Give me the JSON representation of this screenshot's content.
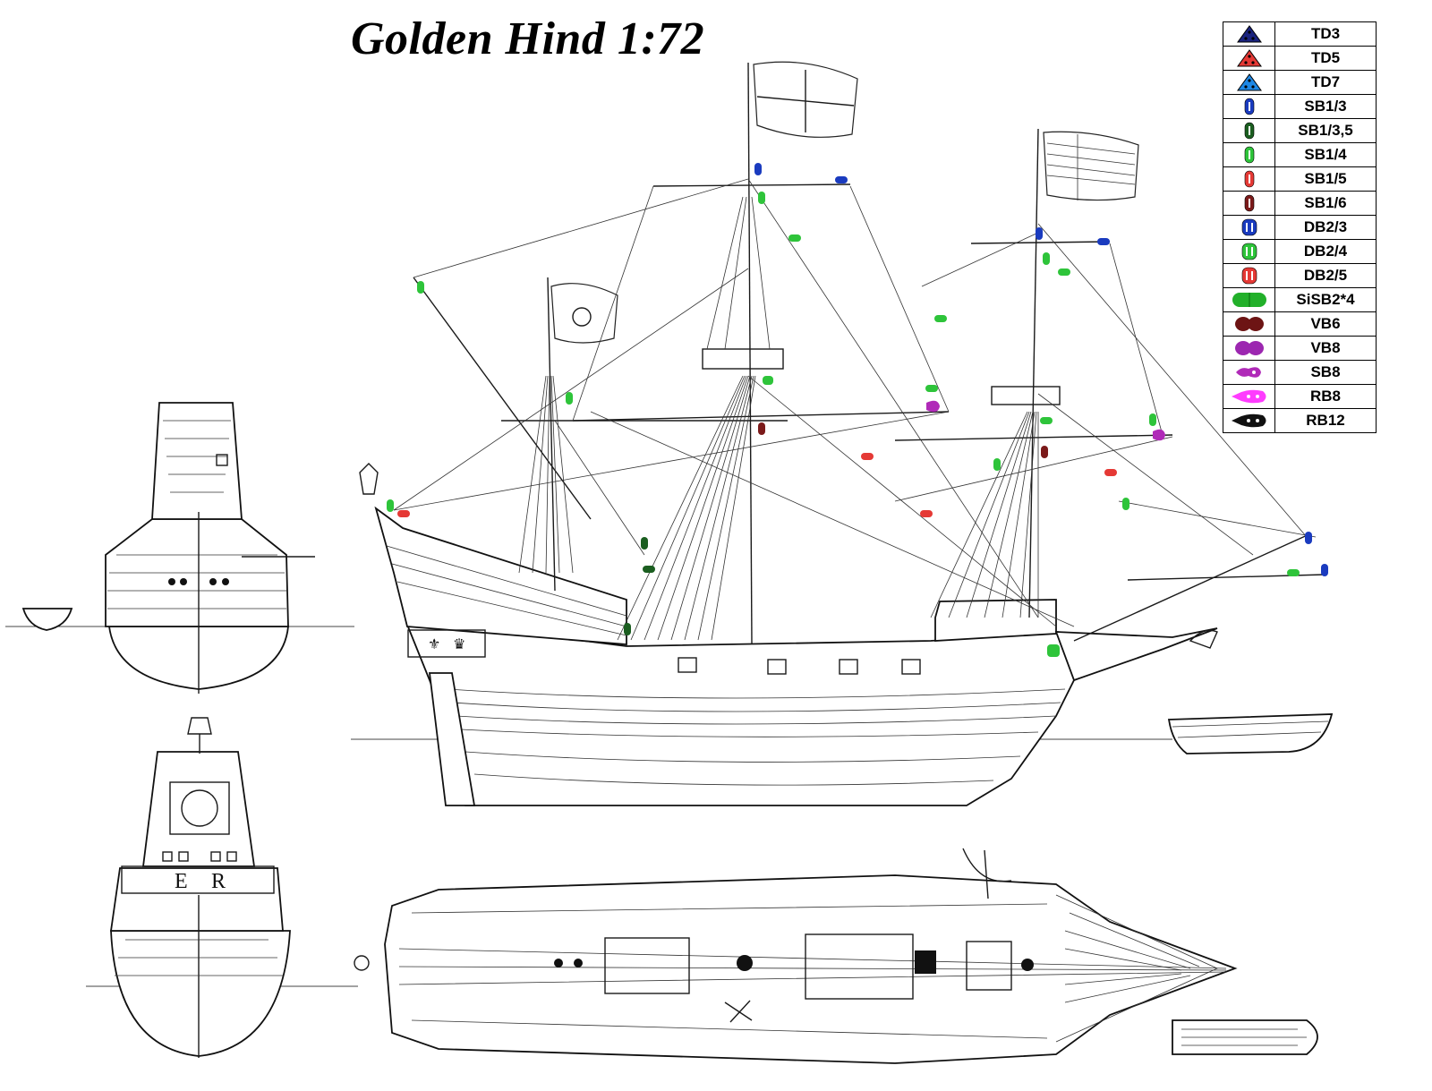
{
  "title": "Golden Hind 1:72",
  "stern_plate_letters": [
    "E",
    "R"
  ],
  "legend": [
    {
      "label": "TD3",
      "icon": "triangle-deadeye-icon",
      "color": "#1a237e"
    },
    {
      "label": "TD5",
      "icon": "triangle-deadeye-icon",
      "color": "#e53935"
    },
    {
      "label": "TD7",
      "icon": "triangle-deadeye-icon",
      "color": "#1e88e5"
    },
    {
      "label": "SB1/3",
      "icon": "single-block-icon",
      "color": "#1a3bbf"
    },
    {
      "label": "SB1/3,5",
      "icon": "single-block-icon",
      "color": "#1b5e20"
    },
    {
      "label": "SB1/4",
      "icon": "single-block-icon",
      "color": "#2ec43a"
    },
    {
      "label": "SB1/5",
      "icon": "single-block-icon",
      "color": "#e53935"
    },
    {
      "label": "SB1/6",
      "icon": "single-block-icon",
      "color": "#7b1a1a"
    },
    {
      "label": "DB2/3",
      "icon": "double-block-icon",
      "color": "#1a3bbf"
    },
    {
      "label": "DB2/4",
      "icon": "double-block-icon",
      "color": "#2ec43a"
    },
    {
      "label": "DB2/5",
      "icon": "double-block-icon",
      "color": "#e53935"
    },
    {
      "label": "SiSB2*4",
      "icon": "sister-block-icon",
      "color": "#22b02a"
    },
    {
      "label": "VB6",
      "icon": "violin-block-icon",
      "color": "#6d1414"
    },
    {
      "label": "VB8",
      "icon": "violin-block-icon",
      "color": "#9c27b0"
    },
    {
      "label": "SB8",
      "icon": "shoe-block-icon",
      "color": "#b02ab8"
    },
    {
      "label": "RB8",
      "icon": "rack-block-icon",
      "color": "#ff3cff"
    },
    {
      "label": "RB12",
      "icon": "rack-block-icon",
      "color": "#111111"
    }
  ]
}
